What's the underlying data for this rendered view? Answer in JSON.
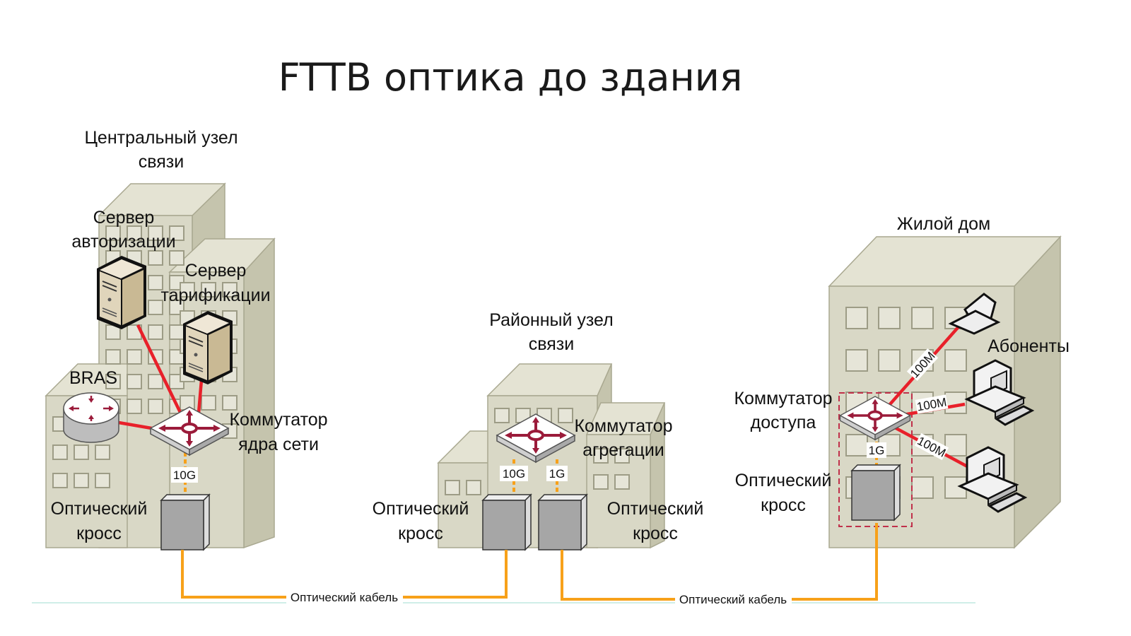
{
  "title": "FTTB  оптика до здания",
  "central_node": {
    "label_line1": "Центральный узел",
    "label_line2": "связи",
    "auth_server": [
      "Сервер",
      "авторизации"
    ],
    "billing_server": [
      "Сервер",
      "тарификации"
    ],
    "bras": "BRAS",
    "core_switch": [
      "Коммутатор",
      "ядра сети"
    ],
    "link_speed": "10G",
    "optical_cross": [
      "Оптический",
      "кросс"
    ]
  },
  "district_node": {
    "label_line1": "Районный узел",
    "label_line2": "связи",
    "aggregation_switch": [
      "Коммутатор",
      "агрегации"
    ],
    "link_speed_left": "10G",
    "link_speed_right": "1G",
    "optical_cross_left": [
      "Оптический",
      "кросс"
    ],
    "optical_cross_right": [
      "Оптический",
      "кросс"
    ]
  },
  "residential_building": {
    "label": "Жилой дом",
    "subscribers": "Абоненты",
    "access_switch": [
      "Коммутатор",
      "доступа"
    ],
    "uplink_speed": "1G",
    "subscriber_speeds": [
      "100M",
      "100M",
      "100M"
    ],
    "optical_cross": [
      "Оптический",
      "кросс"
    ]
  },
  "cables": [
    "Оптический кабель",
    "Оптический кабель"
  ],
  "colors": {
    "copper_link": "#e8202a",
    "fiber": "#f7a11a",
    "switch_arrows": "#9b1b3a"
  }
}
